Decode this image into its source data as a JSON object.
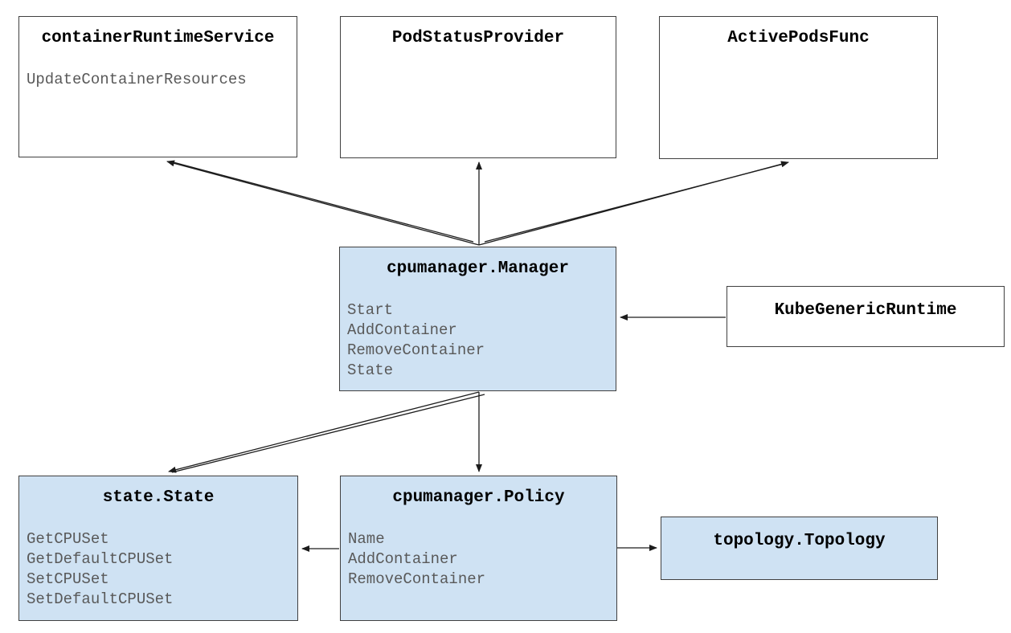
{
  "colors": {
    "node_fill_blue": "#cfe2f3",
    "node_fill_white": "#ffffff",
    "node_border": "#404040",
    "title_text": "#000000",
    "method_text": "#595959",
    "arrow": "#1c1c1c"
  },
  "nodes": {
    "containerRuntimeService": {
      "title": "containerRuntimeService",
      "methods": [
        "UpdateContainerResources"
      ]
    },
    "podStatusProvider": {
      "title": "PodStatusProvider",
      "methods": []
    },
    "activePodsFunc": {
      "title": "ActivePodsFunc",
      "methods": []
    },
    "cpumanagerManager": {
      "title": "cpumanager.Manager",
      "methods": [
        "Start",
        "AddContainer",
        "RemoveContainer",
        "State"
      ]
    },
    "kubeGenericRuntime": {
      "title": "KubeGenericRuntime",
      "methods": []
    },
    "stateState": {
      "title": "state.State",
      "methods": [
        "GetCPUSet",
        "GetDefaultCPUSet",
        "SetCPUSet",
        "SetDefaultCPUSet"
      ]
    },
    "cpumanagerPolicy": {
      "title": "cpumanager.Policy",
      "methods": [
        "Name",
        "AddContainer",
        "RemoveContainer"
      ]
    },
    "topologyTopology": {
      "title": "topology.Topology",
      "methods": []
    }
  },
  "edges": [
    {
      "from": "cpumanager.Manager",
      "to": "containerRuntimeService"
    },
    {
      "from": "cpumanager.Manager",
      "to": "PodStatusProvider"
    },
    {
      "from": "cpumanager.Manager",
      "to": "ActivePodsFunc"
    },
    {
      "from": "KubeGenericRuntime",
      "to": "cpumanager.Manager"
    },
    {
      "from": "cpumanager.Manager",
      "to": "state.State"
    },
    {
      "from": "cpumanager.Manager",
      "to": "cpumanager.Policy"
    },
    {
      "from": "cpumanager.Policy",
      "to": "state.State"
    },
    {
      "from": "cpumanager.Policy",
      "to": "topology.Topology"
    }
  ]
}
